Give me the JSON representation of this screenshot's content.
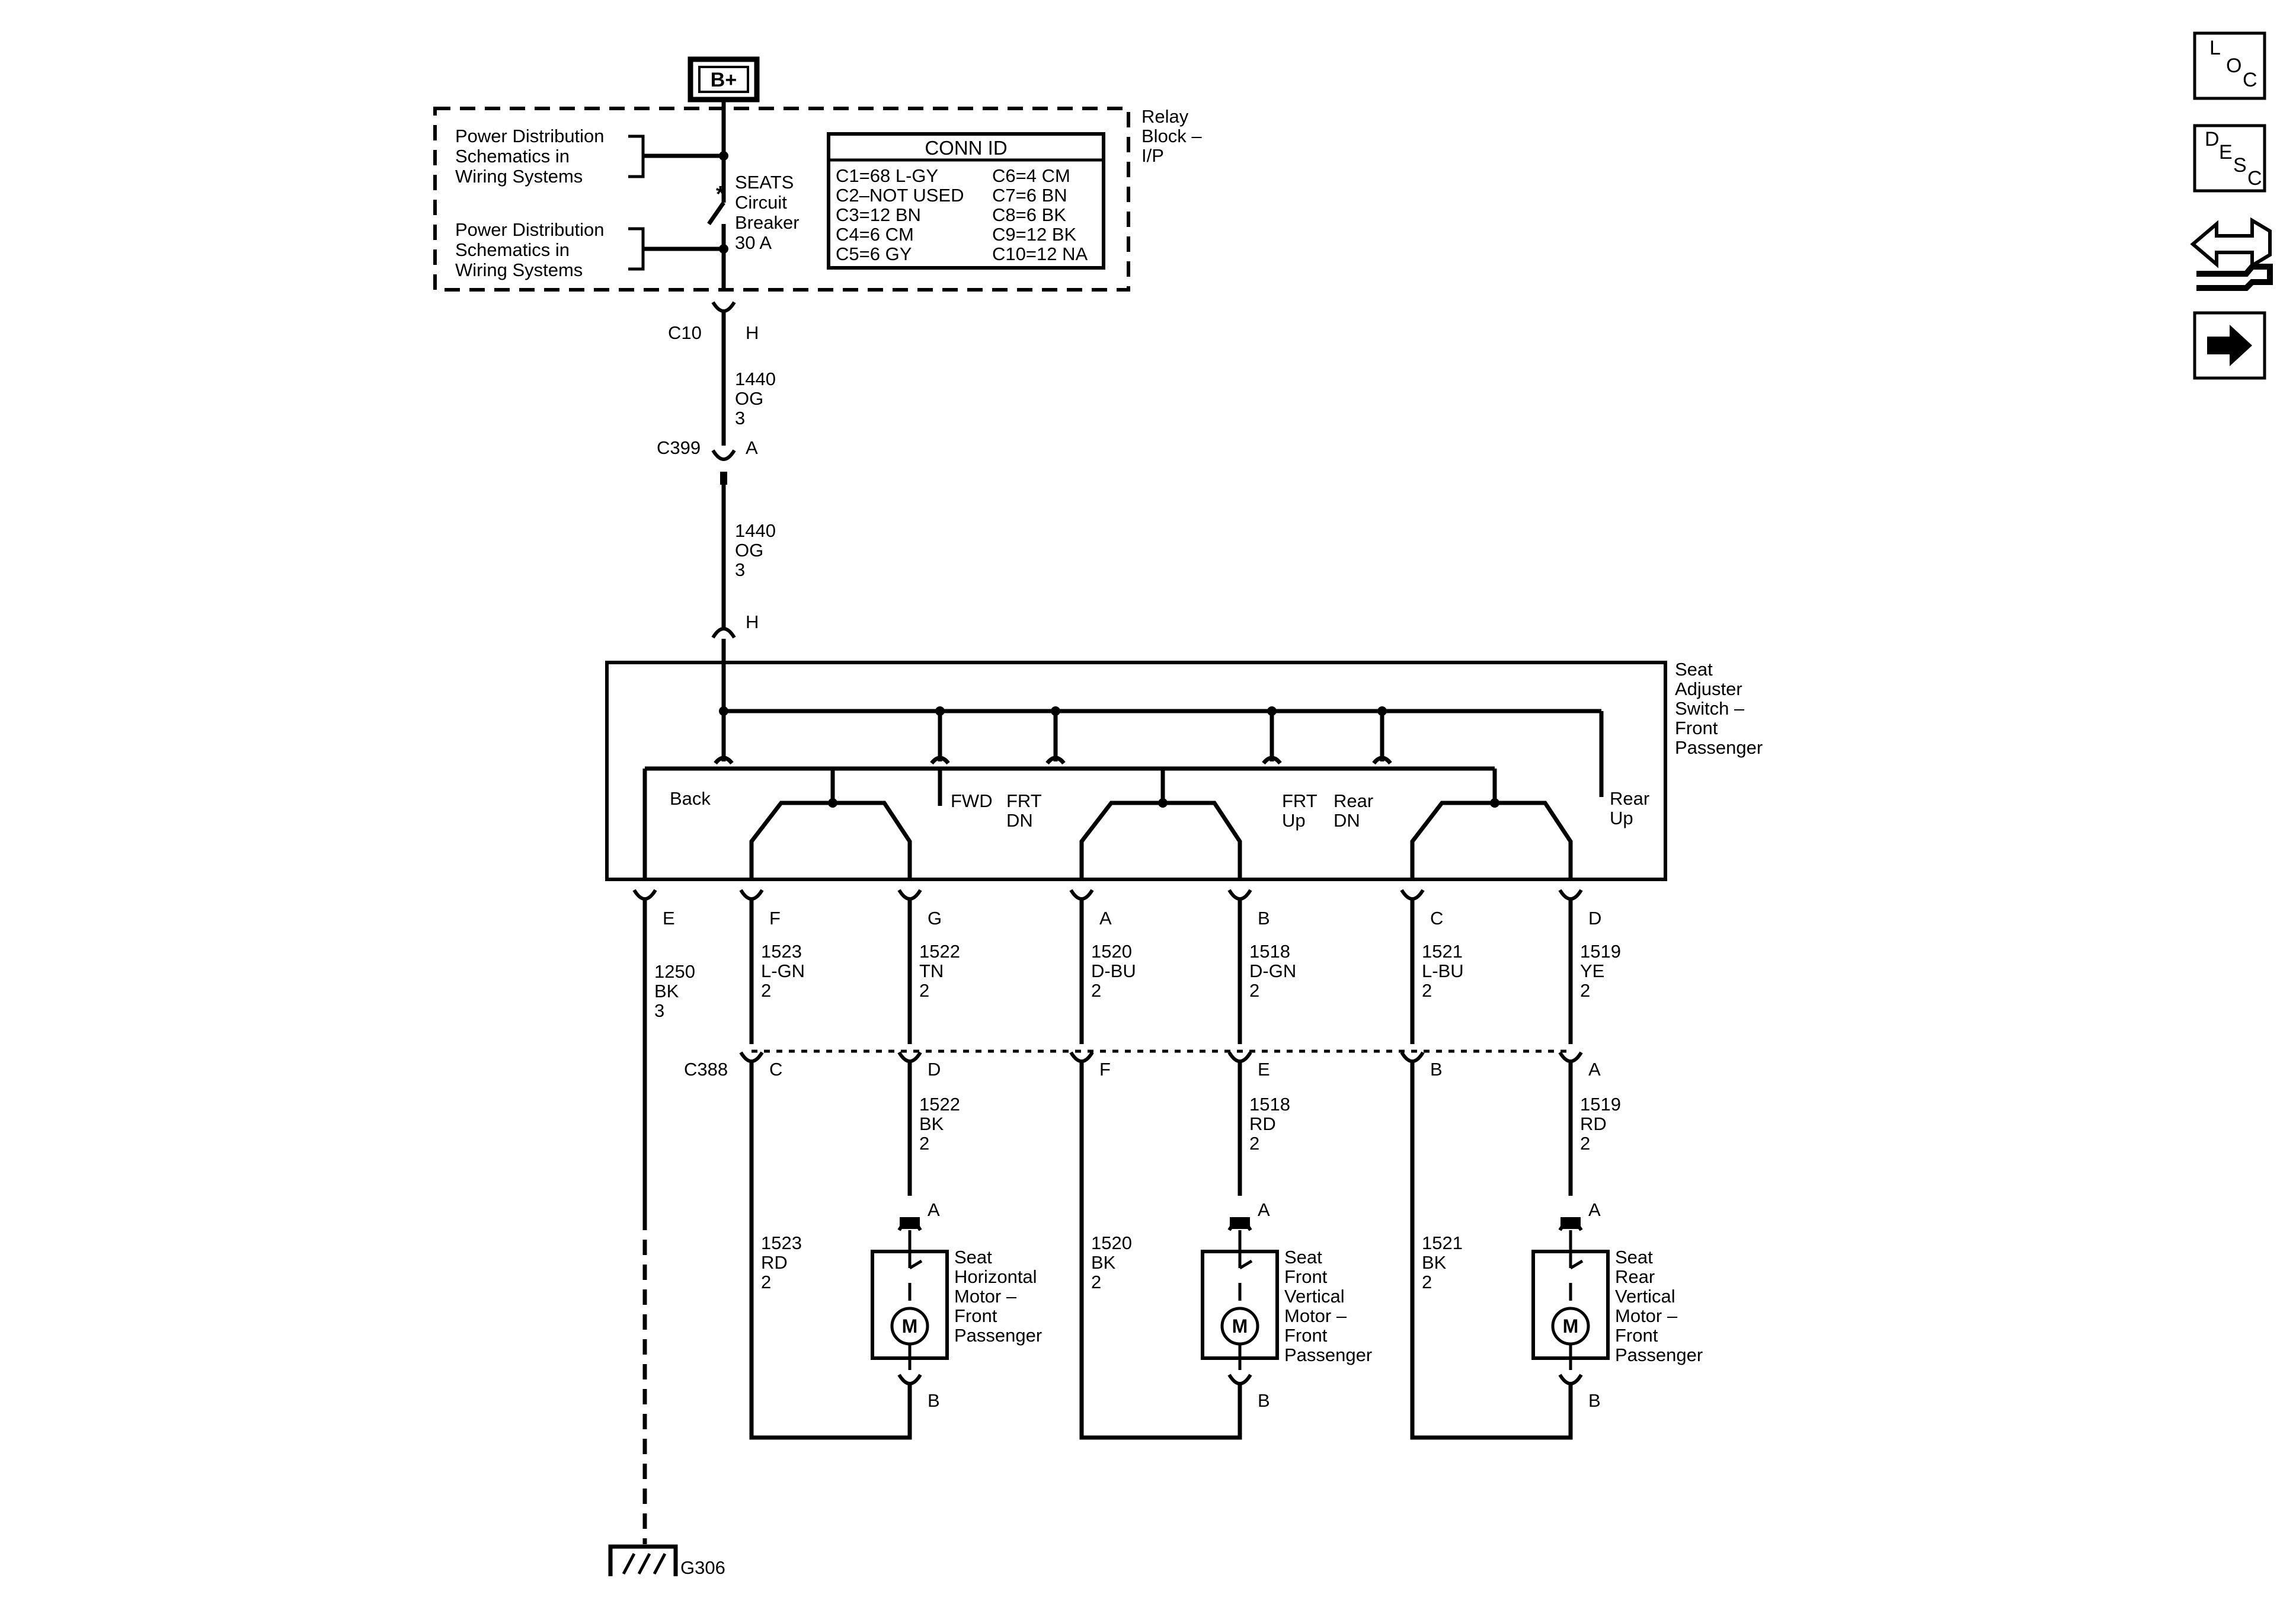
{
  "power": {
    "bplus": "B+",
    "relay_block": [
      "Relay",
      "Block –",
      "I/P"
    ],
    "power_dist_1": [
      "Power Distribution",
      "Schematics in",
      "Wiring Systems"
    ],
    "power_dist_2": [
      "Power Distribution",
      "Schematics in",
      "Wiring Systems"
    ],
    "breaker": [
      "SEATS",
      "Circuit",
      "Breaker",
      "30 A"
    ],
    "breaker_star": "*"
  },
  "conn_id": {
    "title": "CONN ID",
    "left": [
      "C1=68 L-GY",
      "C2–NOT USED",
      "C3=12 BN",
      "C4=6 CM",
      "C5=6 GY"
    ],
    "right": [
      "C6=4 CM",
      "C7=6 BN",
      "C8=6 BK",
      "C9=12 BK",
      "C10=12 NA"
    ]
  },
  "feed": {
    "c10": "C10",
    "c10_pin": "H",
    "wire1": [
      "1440",
      "OG",
      "3"
    ],
    "c399": "C399",
    "c399_pin": "A",
    "wire2": [
      "1440",
      "OG",
      "3"
    ],
    "switch_pin": "H"
  },
  "switch": {
    "name": [
      "Seat",
      "Adjuster",
      "Switch –",
      "Front",
      "Passenger"
    ],
    "back": "Back",
    "fwd": "FWD",
    "frt_dn": [
      "FRT",
      "DN"
    ],
    "frt_up": [
      "FRT",
      "Up"
    ],
    "rear_dn": [
      "Rear",
      "DN"
    ],
    "rear_up": [
      "Rear",
      "Up"
    ],
    "pins": [
      "E",
      "F",
      "G",
      "A",
      "B",
      "C",
      "D"
    ]
  },
  "wires_upper": [
    [
      "1523",
      "L-GN",
      "2"
    ],
    [
      "1522",
      "TN",
      "2"
    ],
    [
      "1520",
      "D-BU",
      "2"
    ],
    [
      "1518",
      "D-GN",
      "2"
    ],
    [
      "1521",
      "L-BU",
      "2"
    ],
    [
      "1519",
      "YE",
      "2"
    ]
  ],
  "ground_wire": [
    "1250",
    "BK",
    "3"
  ],
  "c388": {
    "name": "C388",
    "pins": [
      "C",
      "D",
      "F",
      "E",
      "B",
      "A"
    ]
  },
  "wires_lower_motor": [
    [
      "1522",
      "BK",
      "2"
    ],
    [
      "1518",
      "RD",
      "2"
    ],
    [
      "1519",
      "RD",
      "2"
    ]
  ],
  "wires_lower_return": [
    [
      "1523",
      "RD",
      "2"
    ],
    [
      "1520",
      "BK",
      "2"
    ],
    [
      "1521",
      "BK",
      "2"
    ]
  ],
  "motors": [
    {
      "name": [
        "Seat",
        "Horizontal",
        "Motor –",
        "Front",
        "Passenger"
      ],
      "pin_top": "A",
      "pin_bottom": "B",
      "symbol": "M"
    },
    {
      "name": [
        "Seat",
        "Front",
        "Vertical",
        "Motor –",
        "Front",
        "Passenger"
      ],
      "pin_top": "A",
      "pin_bottom": "B",
      "symbol": "M"
    },
    {
      "name": [
        "Seat",
        "Rear",
        "Vertical",
        "Motor –",
        "Front",
        "Passenger"
      ],
      "pin_top": "A",
      "pin_bottom": "B",
      "symbol": "M"
    }
  ],
  "ground": {
    "name": "G306"
  },
  "nav": {
    "loc": [
      "L",
      "O",
      "C"
    ],
    "desc": [
      "D",
      "E",
      "S",
      "C"
    ],
    "connector_icon": "connector-view-icon",
    "next_icon": "arrow-right-icon"
  }
}
